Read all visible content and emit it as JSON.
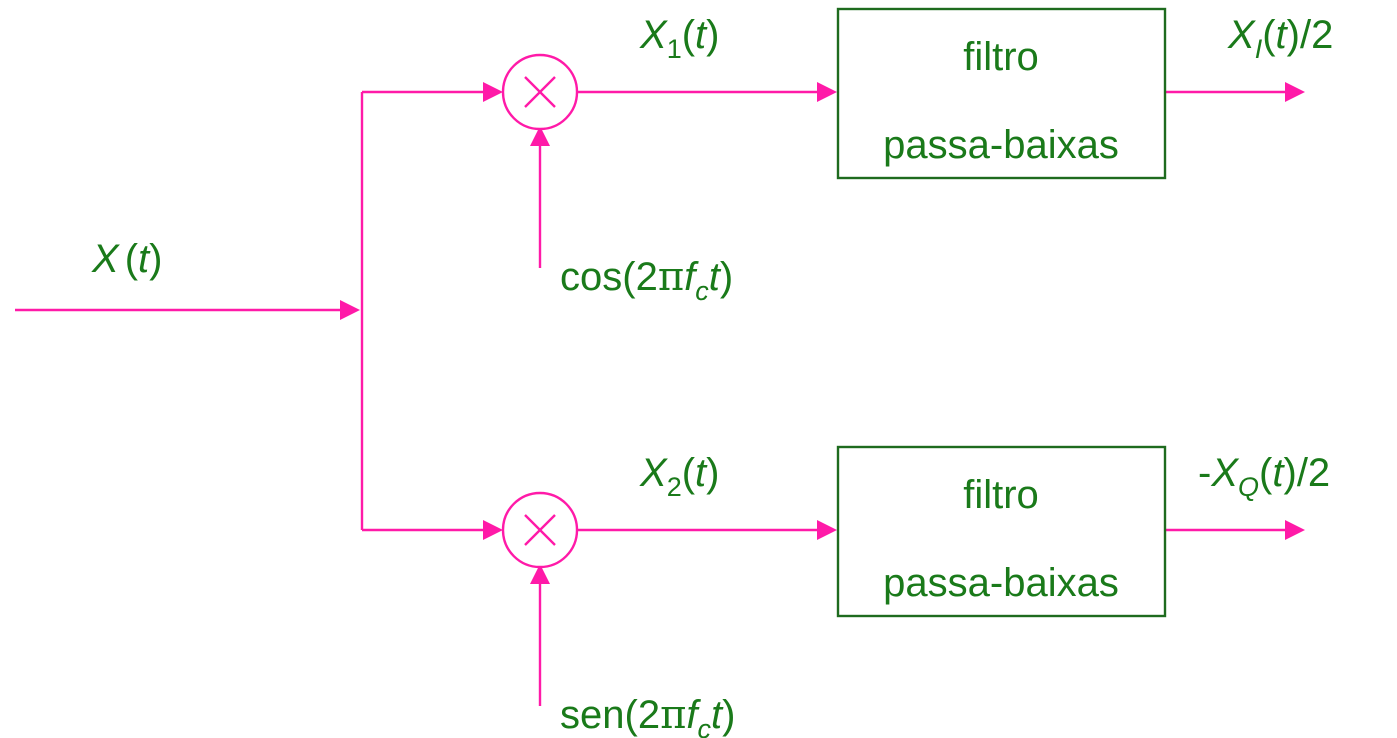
{
  "colors": {
    "signal_line": "#ff1aa8",
    "text": "#1a7a1a",
    "box_border": "#1e6b1e"
  },
  "input": {
    "label": {
      "symbol": "X",
      "arg": "t"
    }
  },
  "branches": [
    {
      "mixer_icon": "multiply-icon",
      "mixed_signal": {
        "symbol": "X",
        "sub": "1",
        "arg": "t"
      },
      "oscillator": {
        "fn": "cos(2",
        "pi": "π",
        "freq": "f",
        "freq_sub": "c",
        "var": "t",
        "close": ")"
      },
      "filter": {
        "line1": "filtro",
        "line2": "passa-baixas"
      },
      "output": {
        "prefix": "",
        "symbol": "X",
        "sub": "I",
        "arg": "t",
        "suffix": "/2"
      }
    },
    {
      "mixer_icon": "multiply-icon",
      "mixed_signal": {
        "symbol": "X",
        "sub": "2",
        "arg": "t"
      },
      "oscillator": {
        "fn": "sen(2",
        "pi": "π",
        "freq": "f",
        "freq_sub": "c",
        "var": "t",
        "close": ")"
      },
      "filter": {
        "line1": "filtro",
        "line2": "passa-baixas"
      },
      "output": {
        "prefix": "-",
        "symbol": "X",
        "sub": "Q",
        "arg": "t",
        "suffix": "/2"
      }
    }
  ]
}
